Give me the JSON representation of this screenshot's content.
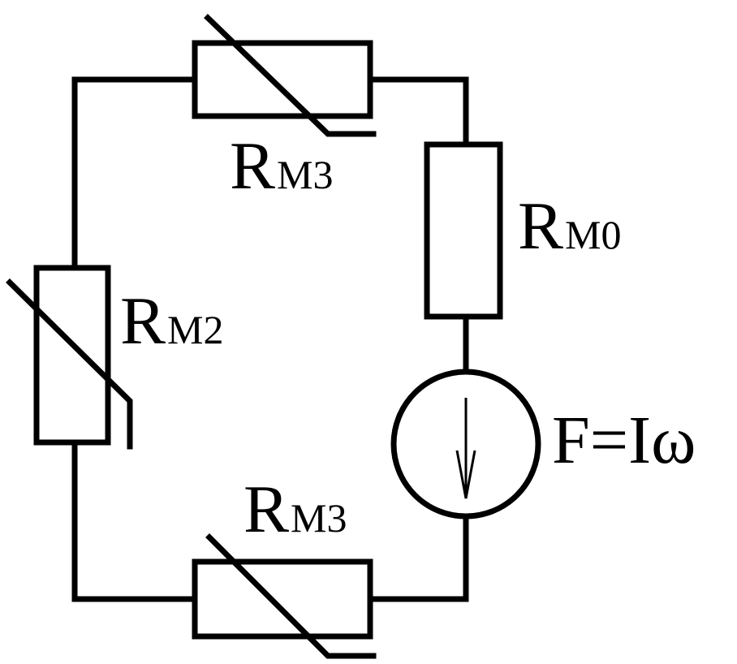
{
  "resistors": [
    {
      "id": "top",
      "main": "R",
      "sub": "M3",
      "variable": true
    },
    {
      "id": "right",
      "main": "R",
      "sub": "M0",
      "variable": false
    },
    {
      "id": "left",
      "main": "R",
      "sub": "M2",
      "variable": true
    },
    {
      "id": "bottom",
      "main": "R",
      "sub": "M3",
      "variable": true
    }
  ],
  "source": {
    "label": "F=Iω",
    "arrow_direction": "down"
  },
  "colors": {
    "stroke": "#000000",
    "background": "#ffffff"
  }
}
